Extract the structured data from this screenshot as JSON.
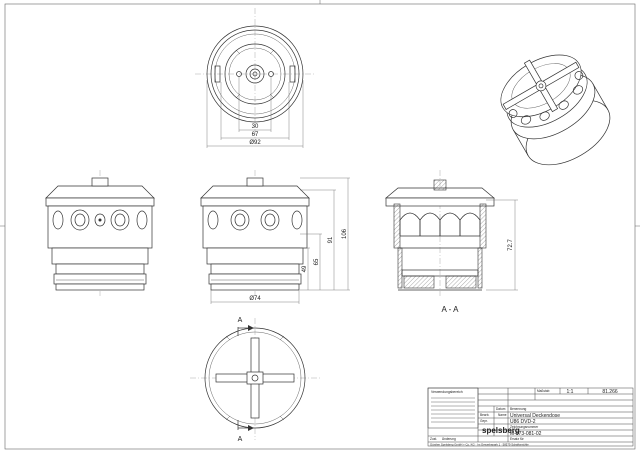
{
  "top_view": {
    "dims": [
      "30",
      "67",
      "Ø92"
    ]
  },
  "side_view": {
    "dims": [
      "Ø74",
      "49",
      "65",
      "91",
      "106"
    ]
  },
  "section_view": {
    "dim": "72.7",
    "label": "A - A"
  },
  "bottom_view": {
    "section_marks": [
      "A",
      "A"
    ]
  },
  "title_block": {
    "scale": "1:1",
    "sheet": "81.266",
    "title": "Universal Deckendose",
    "name": "U86 DVD-2",
    "drawing_number": "M-973-081-02",
    "company": "spelsberg",
    "fields": [
      "Verwendungsbereich",
      "Maßstab",
      "Datum",
      "Name",
      "Bearb.",
      "Gepr.",
      "Benennung",
      "Zeichnungsnummer",
      "Ersatz für",
      "Zust.",
      "Änderung"
    ]
  },
  "footer_text": "Günther Spelsberg GmbH + Co. KG · Im Gewerbepark 1 · 58579 Schalksmühle"
}
